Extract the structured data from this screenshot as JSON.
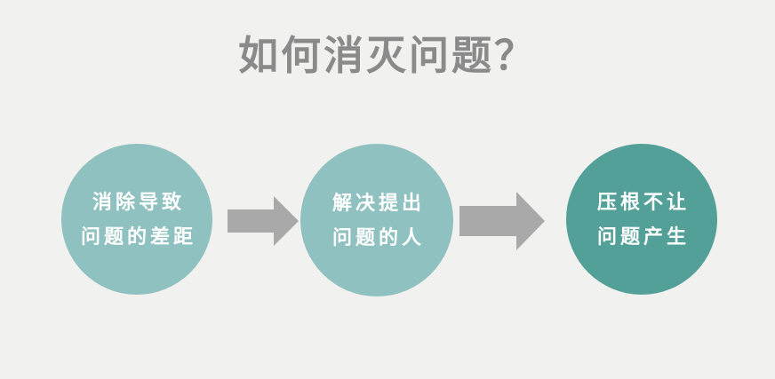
{
  "title": "如何消灭问题？",
  "colors": {
    "background": "#f1f1ef",
    "title_text": "#8a8a8a",
    "circle_light": "#8ec1bf",
    "circle_dark": "#53a098",
    "circle_text": "#ffffff",
    "arrow": "#a9a9a9"
  },
  "steps": [
    {
      "line1": "消除导致",
      "line2": "问题的差距",
      "variant": "light"
    },
    {
      "line1": "解决提出",
      "line2": "问题的人",
      "variant": "light"
    },
    {
      "line1": "压根不让",
      "line2": "问题产生",
      "variant": "dark"
    }
  ],
  "arrows": [
    {
      "name": "arrow-step1-to-step2"
    },
    {
      "name": "arrow-step2-to-step3"
    }
  ]
}
